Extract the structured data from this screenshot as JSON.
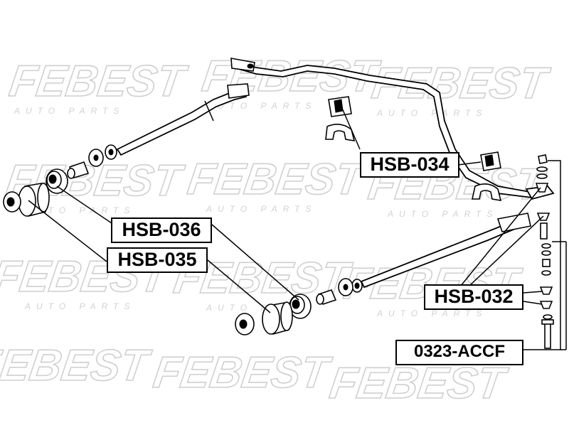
{
  "watermark": {
    "brand": "FEBEST",
    "sub": "AUTO PARTS"
  },
  "labels": {
    "hsb_034": "HSB-034",
    "hsb_036": "HSB-036",
    "hsb_035": "HSB-035",
    "hsb_032": "HSB-032",
    "accf_0323": "0323-ACCF"
  }
}
